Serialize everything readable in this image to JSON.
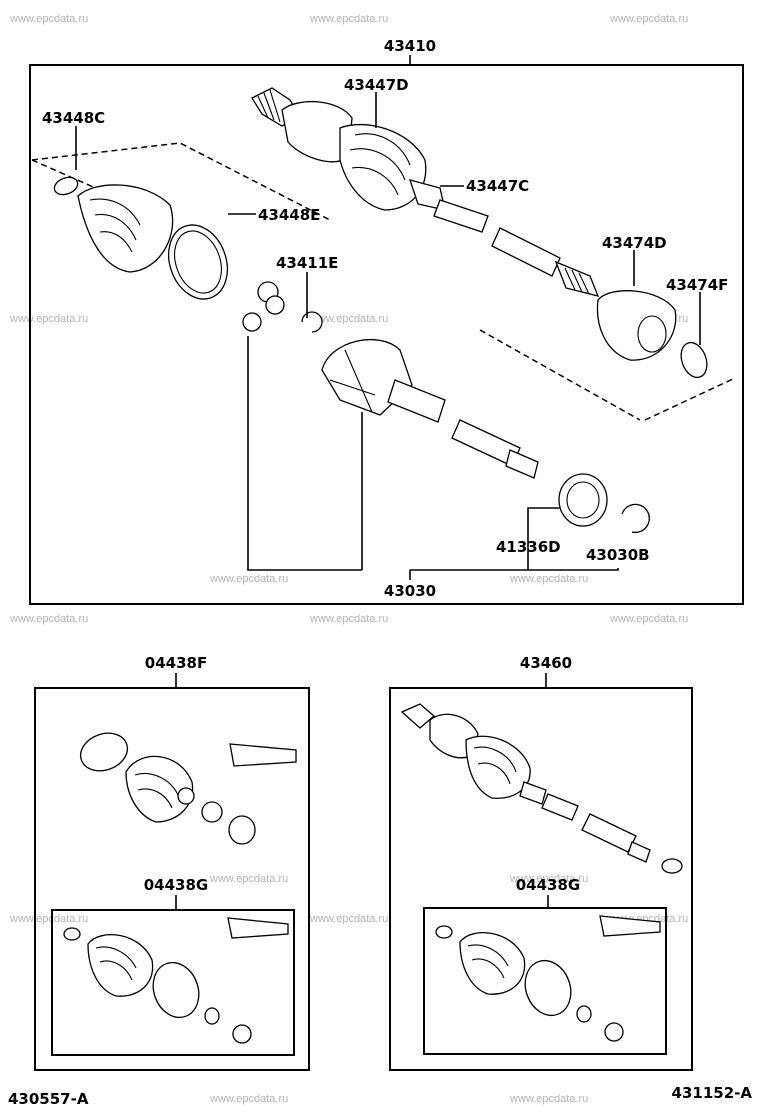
{
  "watermarks": [
    {
      "text": "www.epcdata.ru"
    },
    {
      "text": "www.epcdata.ru"
    },
    {
      "text": "www.epcdata.ru"
    },
    {
      "text": "www.epcdata.ru"
    },
    {
      "text": "www.epcdata.ru"
    },
    {
      "text": "www.epcdata.ru"
    },
    {
      "text": "www.epcdata.ru"
    },
    {
      "text": "www.epcdata.ru"
    },
    {
      "text": "www.epcdata.ru"
    },
    {
      "text": "www.epcdata.ru"
    },
    {
      "text": "www.epcdata.ru"
    },
    {
      "text": "www.epcdata.ru"
    },
    {
      "text": "www.epcdata.ru"
    },
    {
      "text": "www.epcdata.ru"
    },
    {
      "text": "www.epcdata.ru"
    },
    {
      "text": "www.epcdata.ru"
    },
    {
      "text": "www.epcdata.ru"
    },
    {
      "text": "www.epcdata.ru"
    }
  ],
  "main_assembly": {
    "label": "43410",
    "parts": {
      "boot_clamp_small": "43448C",
      "outer_joint": "43447D",
      "inner_boot_clamp": "43447C",
      "boot_clamp_large": "43448E",
      "tripod": "43411E",
      "dust_deflector": "43474D",
      "snap_ring": "43474F",
      "oil_seal": "41336D",
      "hole_snap_ring": "43030B",
      "inner_shaft": "43030"
    }
  },
  "kit_left": {
    "label": "04438F",
    "sub_kit_label": "04438G"
  },
  "kit_right": {
    "label": "43460",
    "sub_kit_label": "04438G"
  },
  "footer": {
    "left_code": "430557-A",
    "right_code": "431152-A"
  }
}
